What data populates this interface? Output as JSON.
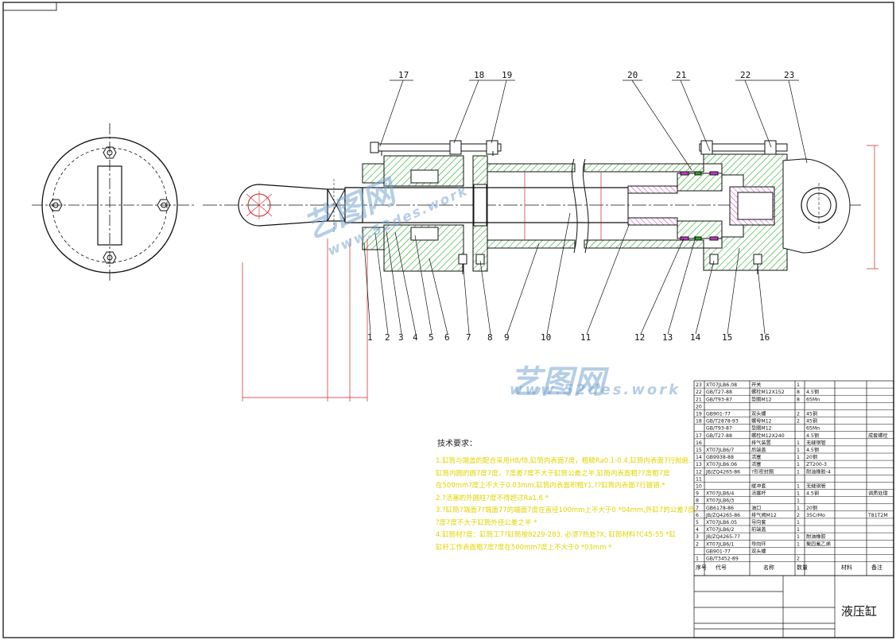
{
  "drawing": {
    "title": "液压缸",
    "notes_title": "技术要求：",
    "notes": [
      "1.缸筒与端盖的配合采用H8/f8,缸筒内表面7度，粗糙Ra0.1-0.4,缸筒内表面7行抛磨.",
      "缸筒内圆的圆7度7度，7度差7度不大于缸筒公差之半,缸筒内表面粗?7度粗7度",
      "在500mm?度上不大于0.03mm,缸筒内表面积粗Y1,??缸筒内表面7行镀铬.*",
      "2.?活塞的外圆柱?度不得超过Ra1.6 *",
      "3.?缸筒7端面7?端面77的端面7度在直径100mm上不大于0 *04mm,外缸7的公差7度,",
      "?度7度不大于缸筒外径公差之半 *",
      "4.缸筒材?度：缸筒工7?缸筒按8229-283, 必须7热处?X, 缸筒材料?C45-55 *缸",
      "缸杆工作表面粗7度?度在500mm?度上不大于0 *03mm *"
    ],
    "watermark": {
      "brand": "艺图网",
      "url": "www.52des.work"
    }
  },
  "part_numbers": {
    "upper": [
      "17",
      "18",
      "19",
      "20",
      "21",
      "22",
      "23"
    ],
    "lower": [
      "1",
      "2",
      "3",
      "4",
      "5",
      "6",
      "7",
      "8",
      "9",
      "10",
      "11",
      "12",
      "13",
      "14",
      "15",
      "16"
    ]
  },
  "bom": [
    {
      "no": "23",
      "code": "XT07JLB6.08",
      "name": "开关",
      "qty": "1",
      "mat": "",
      "note": ""
    },
    {
      "no": "22",
      "code": "GB/T27-88",
      "name": "螺栓M12X152",
      "qty": "8",
      "mat": "4.5钢",
      "note": ""
    },
    {
      "no": "21",
      "code": "GB/T93-87",
      "name": "垫圈M12",
      "qty": "8",
      "mat": "65Mn",
      "note": ""
    },
    {
      "no": "20",
      "code": "",
      "name": "",
      "qty": "",
      "mat": "",
      "note": ""
    },
    {
      "no": "19",
      "code": "GB901-77",
      "name": "双头螺",
      "qty": "2",
      "mat": "45钢",
      "note": ""
    },
    {
      "no": "18",
      "code": "GB/T2878-93",
      "name": "螺母M12",
      "qty": "2",
      "mat": "45钢",
      "note": ""
    },
    {
      "no": "",
      "code": "GB/T93-87",
      "name": "垫圈M12",
      "qty": "",
      "mat": "65Mn",
      "note": ""
    },
    {
      "no": "17",
      "code": "GB/T27-88",
      "name": "螺栓M12X240",
      "qty": "",
      "mat": "4.5钢",
      "note": "成套螺栓"
    },
    {
      "no": "16",
      "code": "",
      "name": "排气装置",
      "qty": "1",
      "mat": "无缝钢管",
      "note": ""
    },
    {
      "no": "15",
      "code": "XT07JLB6/7",
      "name": "后端盖",
      "qty": "1",
      "mat": "4.5钢",
      "note": ""
    },
    {
      "no": "14",
      "code": "GB9938-88",
      "name": "活塞",
      "qty": "1",
      "mat": "20钢",
      "note": ""
    },
    {
      "no": "13",
      "code": "XT07JLB6.06",
      "name": "活塞",
      "qty": "1",
      "mat": "ZT200-3",
      "note": ""
    },
    {
      "no": "12",
      "code": "JB/ZQ4265-86",
      "name": "?形密封圈",
      "qty": "1",
      "mat": "耐油橡胶-4",
      "note": ""
    },
    {
      "no": "11",
      "code": "",
      "name": "",
      "qty": "",
      "mat": "",
      "note": ""
    },
    {
      "no": "10",
      "code": "",
      "name": "缓冲套",
      "qty": "1",
      "mat": "无缝钢管",
      "note": ""
    },
    {
      "no": "9",
      "code": "XT07JLB6/4",
      "name": "活塞杆",
      "qty": "1",
      "mat": "4.5钢",
      "note": "调质处理"
    },
    {
      "no": "8",
      "code": "XT07JLB6/3",
      "name": "",
      "qty": "1",
      "mat": "",
      "note": ""
    },
    {
      "no": "7",
      "code": "GB6178-86",
      "name": "油口",
      "qty": "1",
      "mat": "20钢",
      "note": ""
    },
    {
      "no": "6",
      "code": "JB/ZQ4265-86",
      "name": "排气阀M12",
      "qty": "2",
      "mat": "35CrMo",
      "note": "T81T2M"
    },
    {
      "no": "5",
      "code": "XT07JLB6.05",
      "name": "导向套",
      "qty": "1",
      "mat": "",
      "note": ""
    },
    {
      "no": "4",
      "code": "XT07JLB6/2",
      "name": "前端盖",
      "qty": "1",
      "mat": "",
      "note": ""
    },
    {
      "no": "3",
      "code": "JB/ZQ4265-77",
      "name": "",
      "qty": "1",
      "mat": "耐油橡胶",
      "note": ""
    },
    {
      "no": "2",
      "code": "XT07JLB6/1",
      "name": "导向环",
      "qty": "1",
      "mat": "聚四氟乙烯",
      "note": ""
    },
    {
      "no": "",
      "code": "GB901-77",
      "name": "双头螺",
      "qty": "",
      "mat": "",
      "note": ""
    },
    {
      "no": "1",
      "code": "GB/T3452-89",
      "name": "",
      "qty": "2",
      "mat": "",
      "note": ""
    }
  ],
  "bom_header": {
    "no": "序号",
    "code": "代号",
    "name": "名称",
    "qty": "数量",
    "mat": "材料",
    "note": "备注"
  }
}
